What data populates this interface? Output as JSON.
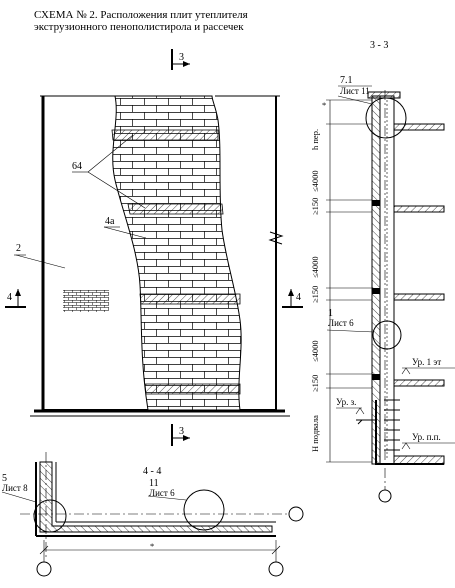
{
  "title": {
    "line1": "СХЕМА № 2. Расположения плит утеплителя",
    "line2": "экструзионного пенополистирола  и рассечек"
  },
  "section_marks": {
    "mark_3": "3",
    "mark_4": "4",
    "section_33_title": "3 - 3",
    "section_44_title": "4 - 4"
  },
  "labels": {
    "lbl_64": "64",
    "lbl_4a": "4а",
    "lbl_2": "2"
  },
  "callouts": {
    "c71_num": "7.1",
    "c71_sheet": "Лист 11",
    "c1_num": "1",
    "c1_sheet": "Лист 6",
    "c5_num": "5",
    "c5_sheet": "Лист 8",
    "c11_num": "11",
    "c11_sheet": "Лист 6"
  },
  "dimensions": {
    "h_per": "h пер.",
    "star": "*",
    "d4000_a": "≤4000",
    "d150_a": "≥150",
    "d4000_b": "≤4000",
    "d150_b": "≥150",
    "d4000_c": "≤4000",
    "d150_c": "≥150",
    "h_podvala": "Н подвала",
    "bottom_star": "*"
  },
  "levels": {
    "ur_1": "Ур. 1 эт",
    "ur_z": "Ур. з.",
    "ur_pp": "Ур. п.п."
  }
}
